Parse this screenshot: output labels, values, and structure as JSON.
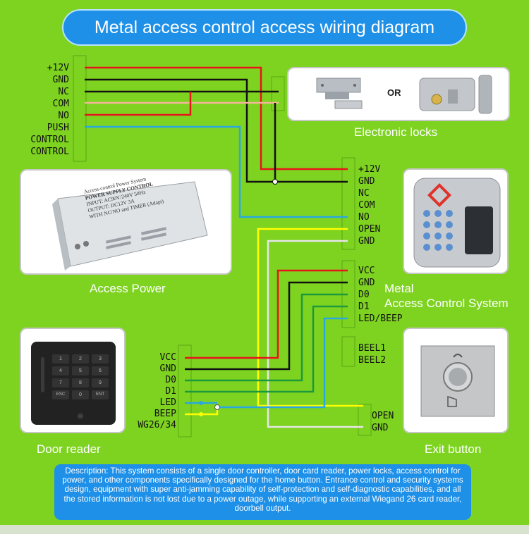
{
  "title": "Metal access control access wiring diagram",
  "captions": {
    "locks": "Electronic locks",
    "locks_or": "OR",
    "power": "Access Power",
    "controller_line1": "Metal",
    "controller_line2": "Access Control System",
    "reader": "Door reader",
    "exit": "Exit button"
  },
  "power_terminals": [
    "+12V",
    "GND",
    "NC",
    "COM",
    "NO",
    "PUSH",
    "CONTROL",
    "CONTROL"
  ],
  "controller_terminals_power": [
    "+12V",
    "GND",
    "NC",
    "COM",
    "NO",
    "OPEN",
    "GND"
  ],
  "controller_terminals_reader": [
    "VCC",
    "GND",
    "D0",
    "D1",
    "LED/BEEP"
  ],
  "controller_terminals_bell": [
    "BEEL1",
    "BEEL2"
  ],
  "reader_terminals": [
    "VCC",
    "GND",
    "D0",
    "D1",
    "LED",
    "BEEP",
    "WG26/34"
  ],
  "exit_terminals": [
    "OPEN",
    "GND"
  ],
  "psu_label": {
    "line1": "Access-control Power System",
    "line2": "POWER SUPPLY CONTROL",
    "line3": "INPUT: AC90V/240V 50Hz",
    "line4": "OUTPUT: DC12V 3A",
    "line5": "WITH NC/NO and TIMER (Adapt)"
  },
  "keypad_keys": [
    "1",
    "2",
    "3",
    "4",
    "5",
    "6",
    "7",
    "8",
    "9",
    "ESC",
    "0",
    "ENT"
  ],
  "wire_colors": {
    "red": "#e8141b",
    "black": "#111111",
    "pink": "#f4b49a",
    "blue": "#2aa7e0",
    "yellow": "#ffff00",
    "white": "#e6e6e6",
    "green": "#1a9a3a"
  },
  "description": "Description: This system consists of a single door controller, door card reader, power locks, access control for power, and other components specifically designed for the home button. Entrance control and security systems design, equipment with super anti-jamming capability of self-protection and self-diagnostic capabilities, and all the stored information is not lost due to a power outage, while supporting an external Wiegand 26 card reader, doorbell output."
}
